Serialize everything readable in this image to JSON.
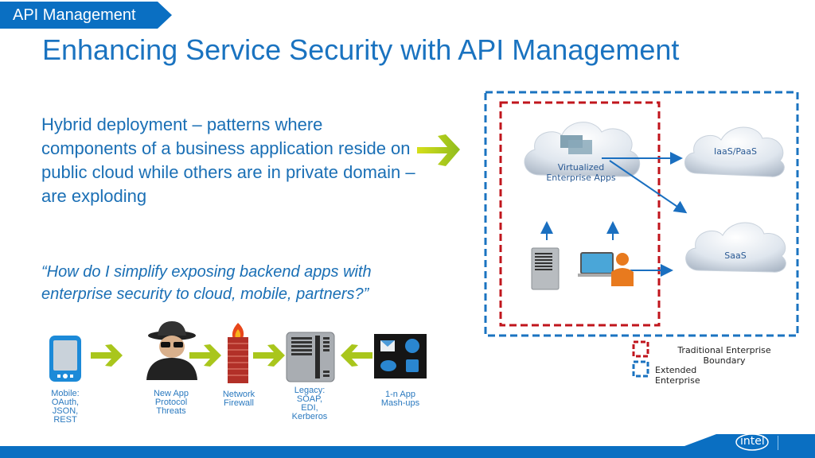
{
  "header": {
    "section_tag": "API Management",
    "title": "Enhancing Service Security with API Management"
  },
  "body": {
    "paragraph": "Hybrid deployment – patterns where components of a business application reside on public cloud while others are in private domain – are exploding",
    "quote": "“How do I simplify exposing backend apps with enterprise security to cloud, mobile, partners?”"
  },
  "flow": {
    "items": [
      {
        "icon": "mobile-phone-icon",
        "label": "Mobile:\nOAuth,\nJSON,\nREST"
      },
      {
        "icon": "hacker-icon",
        "label": "New App\nProtocol\nThreats"
      },
      {
        "icon": "firewall-icon",
        "label": "Network\nFirewall"
      },
      {
        "icon": "server-icon",
        "label": "Legacy:\nSOAP,\nEDI,\nKerberos"
      },
      {
        "icon": "app-mashup-icon",
        "label": "1-n App\nMash-ups"
      }
    ]
  },
  "diagram": {
    "virtualized_cloud": "Virtualized\nEnterprise Apps",
    "iaas_cloud": "IaaS/PaaS",
    "saas_cloud": "SaaS"
  },
  "legend": {
    "traditional": "Traditional Enterprise\nBoundary",
    "extended": "Extended\nEnterprise"
  },
  "colors": {
    "brand_blue": "#0a6fc2",
    "boundary_red": "#c0151c",
    "extended_blue": "#1a73c0",
    "arrow_green": "#9cc31c"
  },
  "footer": {
    "logo": "intel"
  }
}
